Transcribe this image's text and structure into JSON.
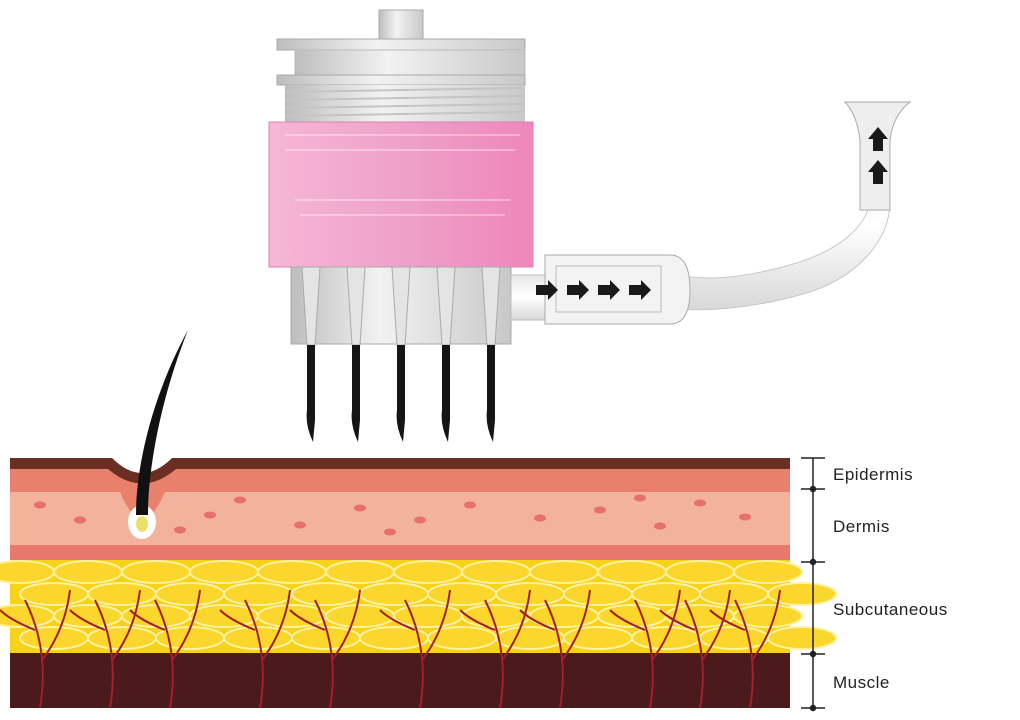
{
  "layers": [
    {
      "name": "Epidermis",
      "color": "#e9806c"
    },
    {
      "name": "Dermis",
      "color": "#f2b29b"
    },
    {
      "name": "Subcutaneous",
      "color": "#f7d21a"
    },
    {
      "name": "Muscle",
      "color": "#4a1a1c"
    }
  ],
  "device": {
    "cap_color": "#f08cc0",
    "needle_count": 5,
    "flow_arrows": 4,
    "outlet_arrows": 2
  }
}
